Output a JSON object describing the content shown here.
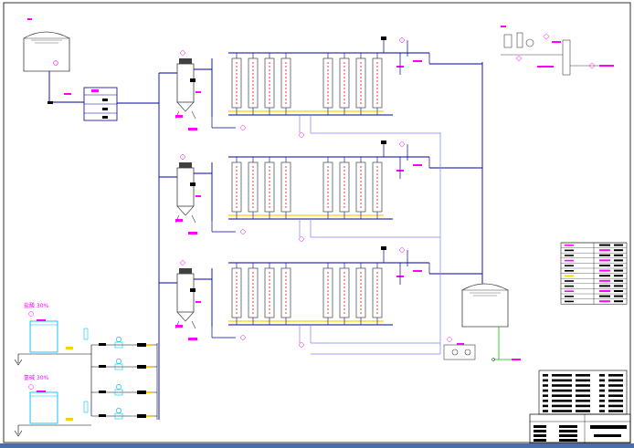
{
  "drawing": {
    "background": "#ffffff",
    "colors": {
      "main_pipe": "#0000a0",
      "secondary_pipe": "#8080ff",
      "vessel": "#404040",
      "tag": "#ff00ff",
      "chemical_tank": "#00c0ff",
      "highlight": "#ffd000",
      "green_line": "#00c000",
      "valve": "#000000",
      "red_dash": "#ff0000"
    },
    "chemical_labels": [
      "盐酸 30%",
      "氢碱 30%"
    ],
    "legend": {
      "title": "",
      "rows": 12
    },
    "title_block": {
      "rows": 6
    }
  }
}
